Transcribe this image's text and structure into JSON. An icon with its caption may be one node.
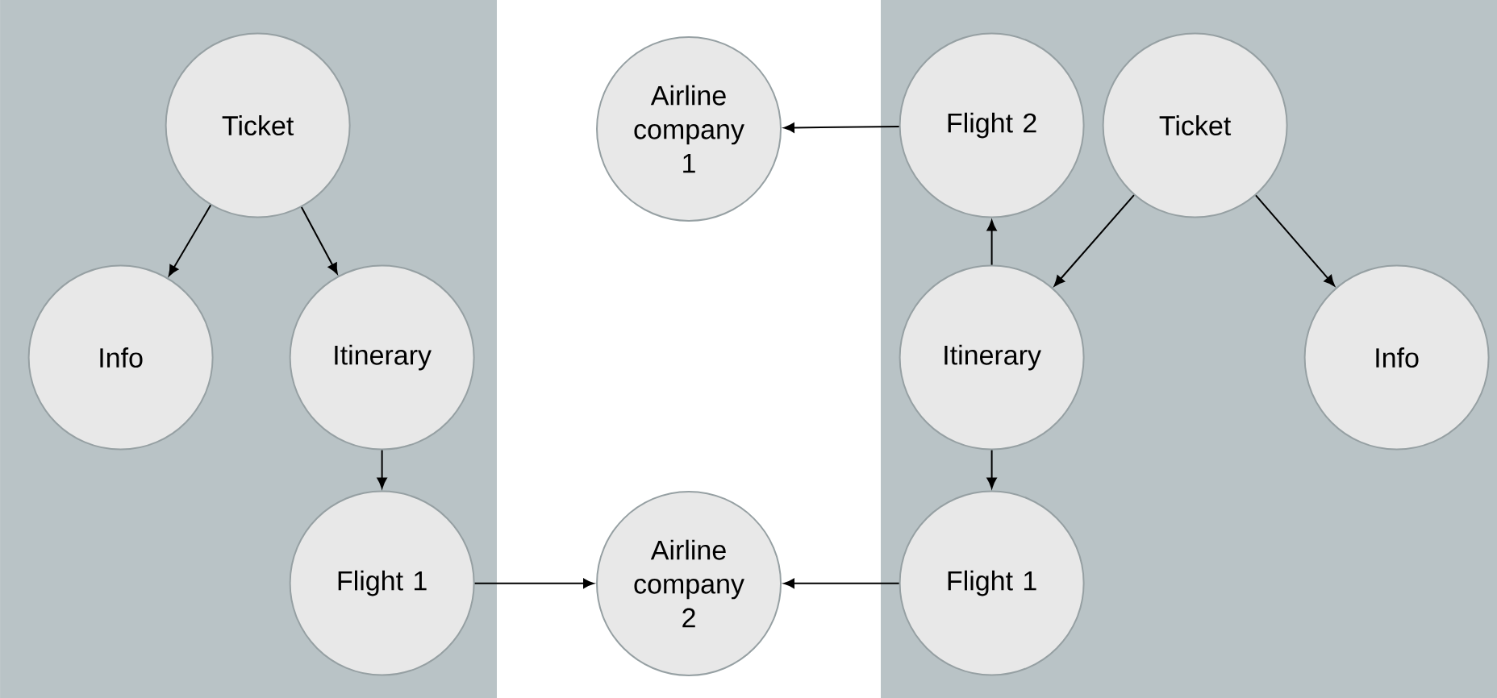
{
  "diagram": {
    "nodes": [
      {
        "text": [],
        "shape": "box"
      },
      {
        "text": [
          "Ticket"
        ],
        "in": 0
      },
      {
        "text": [
          "Info"
        ],
        "in": 0
      },
      {
        "text": [
          "Itinerary"
        ],
        "in": 0
      },
      {
        "text": [
          "Flight 1"
        ],
        "in": 0
      },
      {
        "text": [
          "Airline company 1"
        ]
      },
      {
        "text": [
          "Airline company 2"
        ]
      },
      {
        "text": [],
        "shape": "box"
      },
      {
        "text": [
          "Flight 2"
        ],
        "in": 7
      },
      {
        "text": [
          "Ticket"
        ],
        "in": 7
      },
      {
        "text": [
          "Itinerary"
        ],
        "in": 7
      },
      {
        "text": [
          "Info"
        ],
        "in": 7
      },
      {
        "text": [
          "Flight 1"
        ],
        "in": 7
      }
    ],
    "edges": [
      {
        "from": 1,
        "to": 2,
        "arrow": "to"
      },
      {
        "from": 1,
        "to": 3,
        "arrow": "to"
      },
      {
        "from": 3,
        "to": 4,
        "arrow": "to"
      },
      {
        "from": 4,
        "to": 6,
        "arrow": "to"
      },
      {
        "from": 9,
        "to": 10,
        "arrow": "to"
      },
      {
        "from": 9,
        "to": 11,
        "arrow": "to"
      },
      {
        "from": 10,
        "to": 8,
        "arrow": "to"
      },
      {
        "from": 10,
        "to": 12,
        "arrow": "to"
      },
      {
        "from": 8,
        "to": 5,
        "arrow": "to"
      },
      {
        "from": 12,
        "to": 6,
        "arrow": "to"
      }
    ]
  }
}
